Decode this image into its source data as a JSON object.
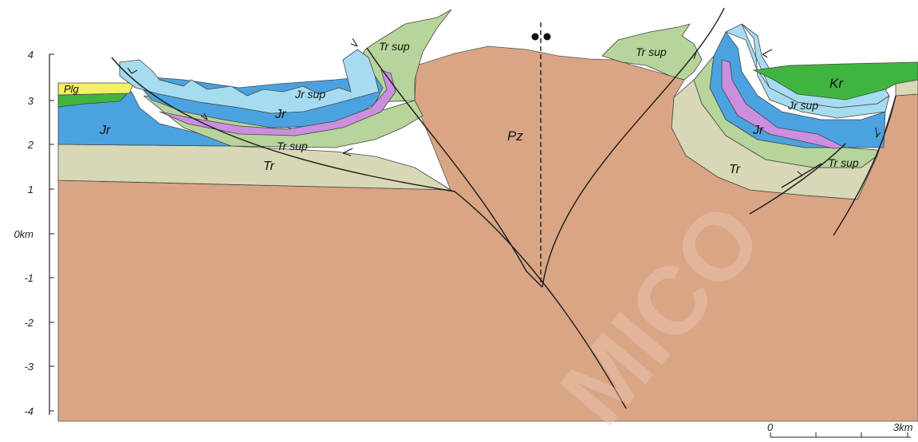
{
  "axis": {
    "ticks": [
      "4",
      "3",
      "2",
      "1",
      "0km",
      "-1",
      "-2",
      "-3",
      "-4"
    ]
  },
  "labels": {
    "plg": "Plg",
    "jr_left": "Jr",
    "jr_mid": "Jr",
    "jr_sup_left": "Jr sup",
    "tr_sup_left": "Tr sup",
    "tr_sup_overturned": "Tr sup",
    "tr_left": "Tr",
    "pz": "Pz",
    "tr_sup_klippe": "Tr sup",
    "kr": "Kr",
    "jr_sup_right": "Jr sup",
    "jr_right": "Jr",
    "tr_right": "Tr",
    "tr_sup_right": "Tr sup"
  },
  "scale_bar": {
    "start": "0",
    "end": "3km"
  },
  "watermark": "MICO",
  "colors": {
    "basement": "#d9a585",
    "triassic": "#d8d8b6",
    "tr_sup": "#b7d49a",
    "jurassic": "#4aa3e0",
    "jr_sup": "#a6dcf0",
    "purple": "#cc8fe0",
    "cretaceous": "#3fb53f",
    "plg": "#f2ef66"
  }
}
